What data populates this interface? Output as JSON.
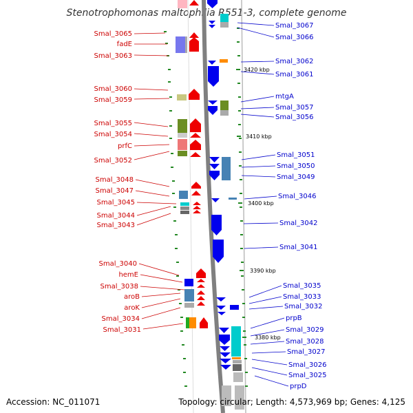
{
  "title": "Stenotrophomonas maltophilia R551-3, complete genome",
  "accession": "Accession: NC_011071",
  "topology": "Topology: circular; Length: 4,573,969 bp; Genes: 4,125",
  "scale_marks": [
    "3420 kbp",
    "3410 kbp",
    "3400 kbp",
    "3390 kbp",
    "3380 kbp"
  ],
  "left_labels": [
    "Smal_3065",
    "fadE",
    "Smal_3063",
    "Smal_3060",
    "Smal_3059",
    "Smal_3055",
    "Smal_3054",
    "prfC",
    "Smal_3052",
    "Smal_3048",
    "Smal_3047",
    "Smal_3045",
    "Smal_3044",
    "Smal_3043",
    "Smal_3040",
    "hemE",
    "Smal_3038",
    "aroB",
    "aroK",
    "Smal_3034",
    "Smal_3031"
  ],
  "right_labels": [
    "Smal_3067",
    "Smal_3066",
    "Smal_3062",
    "Smal_3061",
    "mtgA",
    "Smal_3057",
    "Smal_3056",
    "Smal_3051",
    "Smal_3050",
    "Smal_3049",
    "Smal_3046",
    "Smal_3042",
    "Smal_3041",
    "Smal_3035",
    "Smal_3033",
    "Smal_3032",
    "prpB",
    "Smal_3029",
    "Smal_3028",
    "Smal_3027",
    "Smal_3026",
    "Smal_3025",
    "prpD"
  ],
  "colors": {
    "forward_strand": "#ee0000",
    "reverse_strand": "#0000ee",
    "left_label": "#cc0000",
    "right_label": "#0000cc",
    "backbone": "#808080",
    "tick": "#228822"
  }
}
